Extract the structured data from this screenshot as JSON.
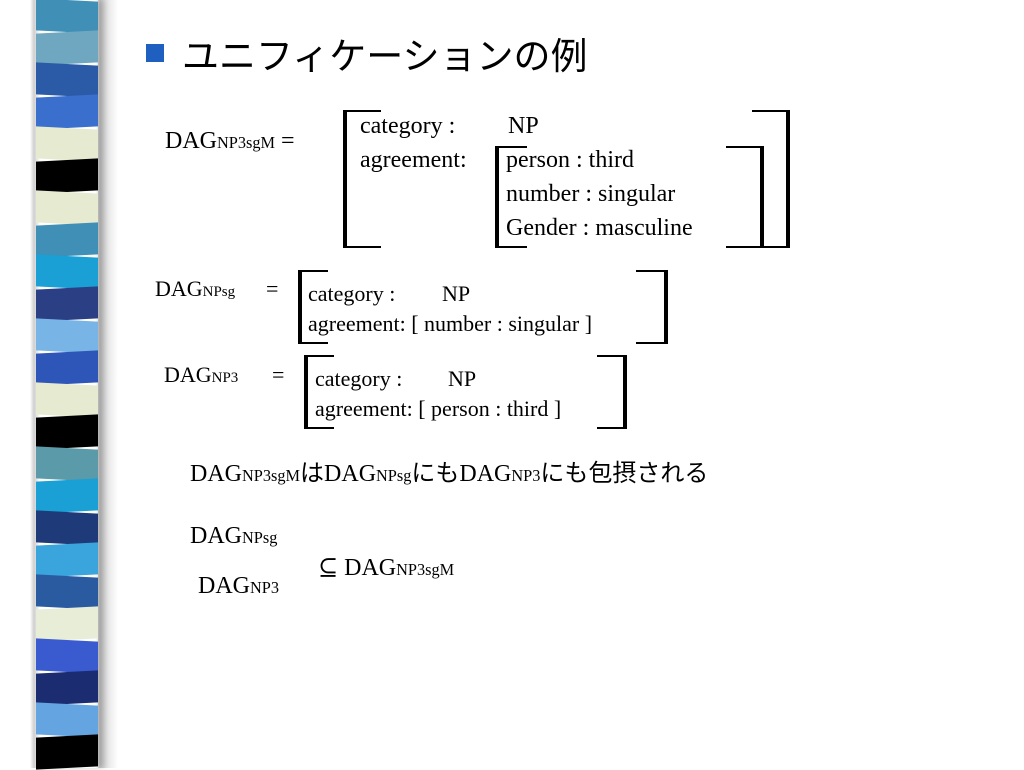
{
  "strip_colors": [
    "#3f8fb6",
    "#6fa7c0",
    "#2b5aa6",
    "#3a6fce",
    "#e6ead0",
    "#000000",
    "#e6ead0",
    "#3f8fb6",
    "#1aa0d4",
    "#2a3f84",
    "#78b4e6",
    "#2e56b8",
    "#e6ead0",
    "#000000",
    "#5b9aa8",
    "#1aa0d4",
    "#1e3a78",
    "#3aa4dc",
    "#2a5aa0",
    "#e8edd8",
    "#3a5ad0",
    "#1c2c70",
    "#64a4e0",
    "#000000"
  ],
  "title": "ユニフィケーションの例",
  "dag1": {
    "base": "DAG",
    "sub": "NP3sgM",
    "eq": " ="
  },
  "fs1": {
    "category_label": "category :",
    "category_value": "NP",
    "agreement_label": "agreement:",
    "person": "person : third",
    "number": "number : singular",
    "gender": "Gender : masculine"
  },
  "dag2": {
    "base": "DAG",
    "sub": "NPsg",
    "eq": "="
  },
  "fs2": {
    "category_label": "category :",
    "category_value": "NP",
    "agreement": "agreement: [ number : singular ]"
  },
  "dag3": {
    "base": "DAG",
    "sub": "NP3",
    "eq": "="
  },
  "fs3": {
    "category_label": "category :",
    "category_value": "NP",
    "agreement": "agreement: [ person : third ]"
  },
  "sentence": {
    "p1": "DAG",
    "s1": "NP3sgM",
    "p2": "はDAG",
    "s2": "NPsg",
    "p3": "にもDAG",
    "s3": "NP3",
    "p4": "にも包摂される"
  },
  "subsumption": {
    "left1_base": "DAG",
    "left1_sub": "NPsg",
    "left2_base": "DAG",
    "left2_sub": "NP3",
    "symbol": "⊆",
    "right_base": " DAG",
    "right_sub": "NP3sgM"
  }
}
